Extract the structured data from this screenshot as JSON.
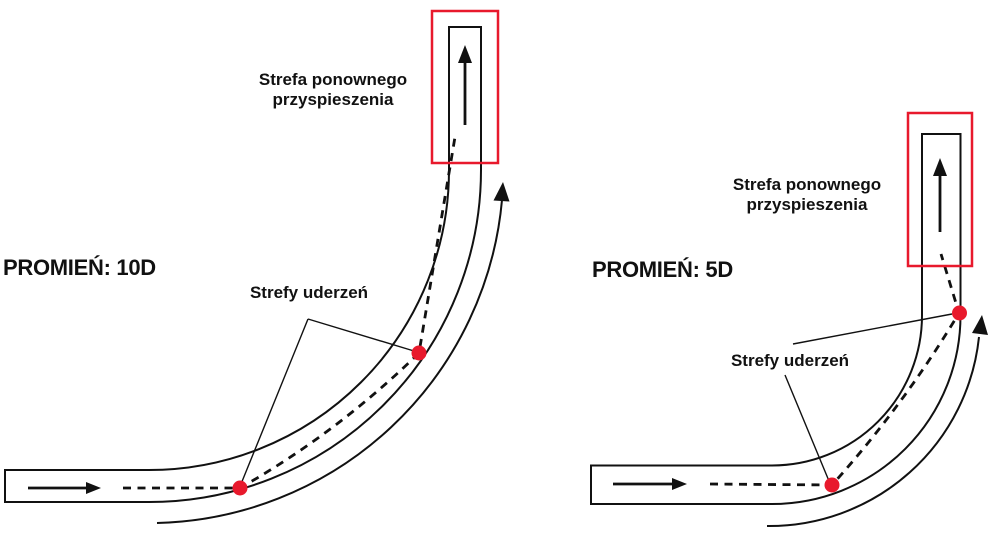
{
  "figure": {
    "colors": {
      "background": "#ffffff",
      "line": "#111111",
      "accent_red": "#e8192c"
    },
    "diagrams": [
      {
        "id": "bend-radius-10d",
        "radius_label": "PROMIEŃ: 10D",
        "reacceleration_zone_label": "Strefa ponownego przyspieszenia",
        "impact_zones_label": "Strefy uderzeń"
      },
      {
        "id": "bend-radius-5d",
        "radius_label": "PROMIEŃ: 5D",
        "reacceleration_zone_label": "Strefa ponownego przyspieszenia",
        "impact_zones_label": "Strefy uderzeń"
      }
    ]
  }
}
